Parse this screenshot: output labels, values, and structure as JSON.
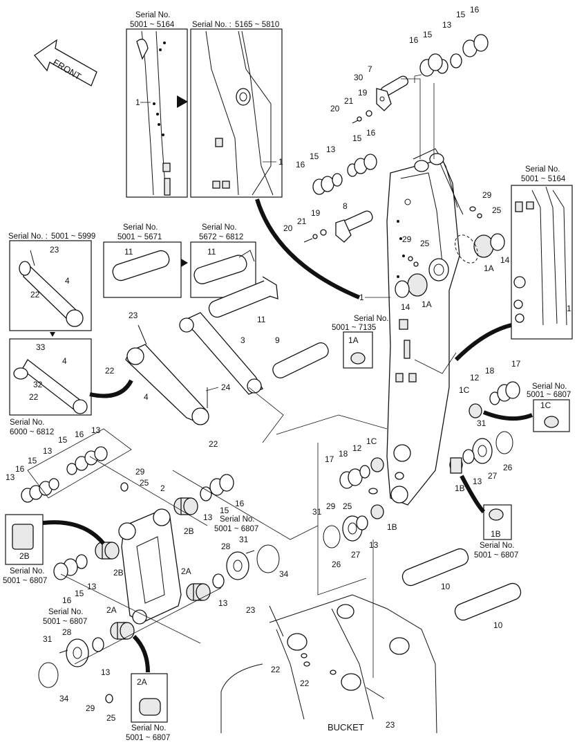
{
  "front_label": "FRONT",
  "bucket_label": "BUCKET",
  "serial_prefix": "Serial No.",
  "serial_prefix_colon": "Serial No. :",
  "serial_ranges": {
    "r1": "5001 ~ 5164",
    "r2": "5165 ~ 5810",
    "r3": "5001 ~ 5999",
    "r4": "5001 ~ 5671",
    "r5": "5672 ~ 6812",
    "r6": "6000 ~ 6812",
    "r7": "5001 ~ 7135",
    "r8": "5001 ~ 6807"
  },
  "callouts": {
    "c1": "1",
    "c2": "2",
    "c2A": "2A",
    "c2B": "2B",
    "c3": "3",
    "c4": "4",
    "c7": "7",
    "c8": "8",
    "c9": "9",
    "c10": "10",
    "c11": "11",
    "c12": "12",
    "c13": "13",
    "c14": "14",
    "c15": "15",
    "c16": "16",
    "c17": "17",
    "c18": "18",
    "c19": "19",
    "c20": "20",
    "c21": "21",
    "c22": "22",
    "c23": "23",
    "c24": "24",
    "c25": "25",
    "c26": "26",
    "c27": "27",
    "c28": "28",
    "c29": "29",
    "c30": "30",
    "c31": "31",
    "c32": "32",
    "c33": "33",
    "c34": "34",
    "c1A": "1A",
    "c1B": "1B",
    "c1C": "1C"
  }
}
